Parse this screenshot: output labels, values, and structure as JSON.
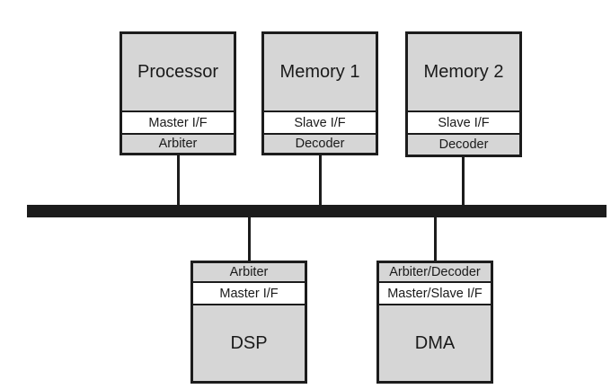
{
  "blocks": {
    "processor": {
      "title": "Processor",
      "interface": "Master I/F",
      "control": "Arbiter"
    },
    "memory1": {
      "title": "Memory 1",
      "interface": "Slave I/F",
      "control": "Decoder"
    },
    "memory2": {
      "title": "Memory 2",
      "interface": "Slave I/F",
      "control": "Decoder"
    },
    "dsp": {
      "title": "DSP",
      "interface": "Master I/F",
      "control": "Arbiter"
    },
    "dma": {
      "title": "DMA",
      "interface": "Master/Slave I/F",
      "control": "Arbiter/Decoder"
    }
  },
  "colors": {
    "line": "#1c1c1c",
    "shaded": "#d6d6d6",
    "background": "#ffffff"
  }
}
